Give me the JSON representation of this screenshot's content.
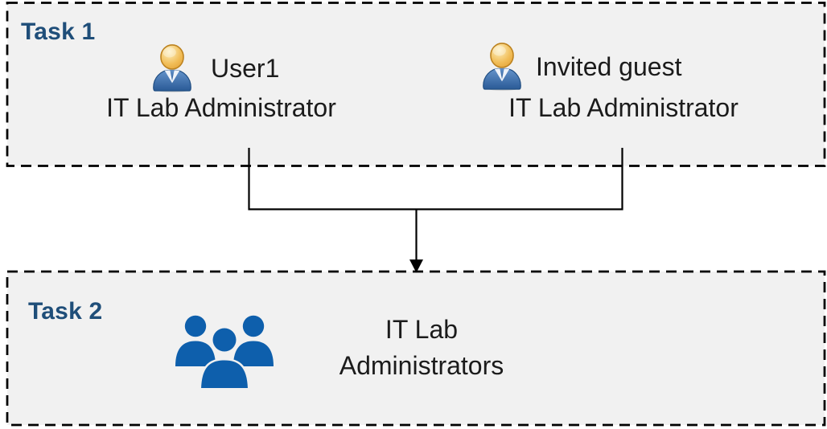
{
  "colors": {
    "box_fill": "#F1F1F1",
    "border_line": "#000000",
    "task_label_navy": "#1F4E79",
    "group_blue": "#0E5FAC",
    "person_head_gold": "#E9A83C",
    "person_body_blue": "#2F5E99"
  },
  "task1": {
    "label": "Task 1",
    "people": [
      {
        "name": "User1",
        "role": "IT Lab Administrator"
      },
      {
        "name": "Invited guest",
        "role": "IT Lab Administrator"
      }
    ]
  },
  "task2": {
    "label": "Task 2",
    "group": {
      "line1": "IT Lab",
      "line2": "Administrators"
    }
  }
}
